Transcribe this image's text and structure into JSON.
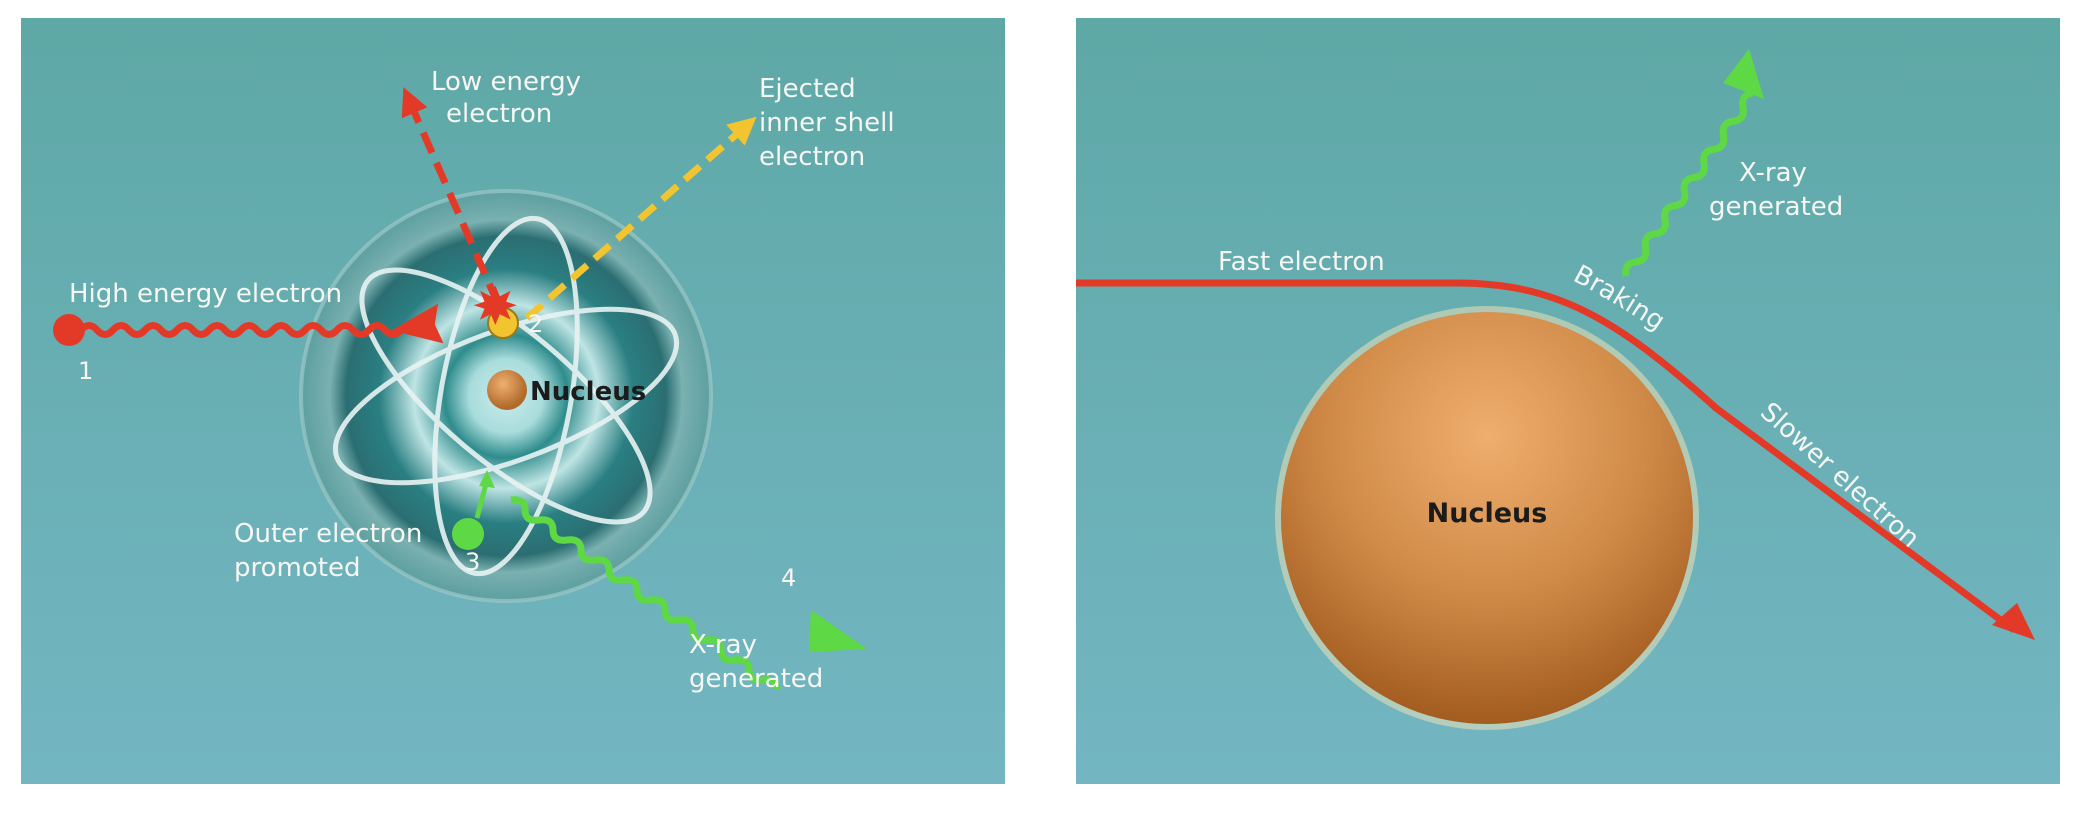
{
  "left_panel": {
    "labels": {
      "high_energy": "High energy electron",
      "low_energy_1": "Low energy",
      "low_energy_2": "electron",
      "ejected_1": "Ejected",
      "ejected_2": "inner shell",
      "ejected_3": "electron",
      "nucleus": "Nucleus",
      "outer_1": "Outer electron",
      "outer_2": "promoted",
      "xray_1": "X-ray",
      "xray_2": "generated"
    },
    "steps": [
      "1",
      "2",
      "3",
      "4"
    ]
  },
  "right_panel": {
    "labels": {
      "fast": "Fast electron",
      "braking": "Braking",
      "xray_1": "X-ray",
      "xray_2": "generated",
      "slower": "Slower electron",
      "nucleus": "Nucleus"
    }
  },
  "colors": {
    "background_top": "#5ea8a6",
    "background_bottom": "#73b6c2",
    "electron_red": "#e33a28",
    "ejected_yellow": "#f2c530",
    "xray_green": "#5fd845",
    "nucleus_orange": "#c97a3a"
  }
}
